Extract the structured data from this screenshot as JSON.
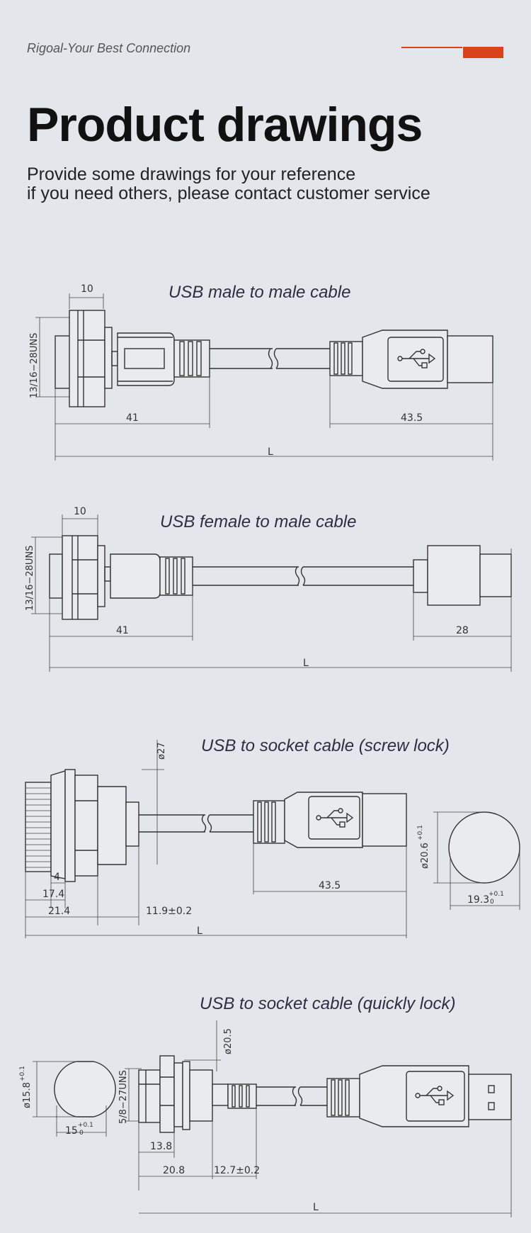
{
  "header": {
    "brand": "Rigoal-Your Best Connection",
    "accent_color": "#d9421b"
  },
  "page": {
    "title": "Product drawings",
    "subtitle_line1": "Provide some drawings for your reference",
    "subtitle_line2": "if you need others, please contact customer service"
  },
  "drawings": [
    {
      "caption": "USB male to male cable",
      "dims": {
        "top": "10",
        "thread": "13/16−28UNS",
        "left_len": "41",
        "right_len": "43.5",
        "total": "L"
      }
    },
    {
      "caption": "USB female to male cable",
      "dims": {
        "top": "10",
        "thread": "13/16−28UNS",
        "left_len": "41",
        "right_len": "28",
        "total": "L"
      }
    },
    {
      "caption": "USB to socket cable (screw lock)",
      "dims": {
        "dia": "ø27",
        "d1": "4",
        "d2": "17.4",
        "d3": "21.4",
        "d4": "11.9±0.2",
        "right_len": "43.5",
        "total": "L",
        "face_dia": "ø20.6",
        "face_width": "19.3",
        "tol_plus": "+0.1",
        "tol_zero": "0"
      }
    },
    {
      "caption": "USB to socket cable (quickly lock)",
      "dims": {
        "dia": "ø20.5",
        "thread": "5/8−27UNS",
        "d1": "13.8",
        "d2": "20.8",
        "d3": "12.7±0.2",
        "total": "L",
        "face_dia": "ø15.8",
        "face_width": "15",
        "tol_plus": "+0.1",
        "tol_zero": "0"
      }
    }
  ]
}
